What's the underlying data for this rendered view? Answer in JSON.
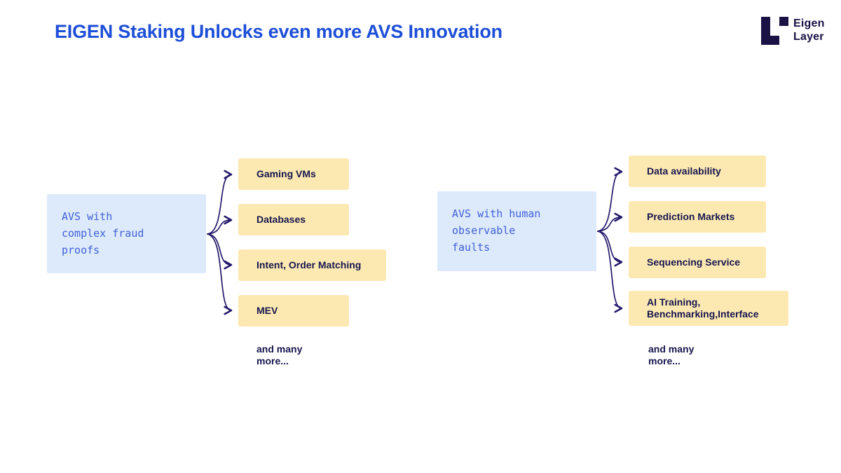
{
  "title": "EIGEN Staking Unlocks even more AVS Innovation",
  "logo": {
    "line1": "Eigen",
    "line2": "Layer"
  },
  "colors": {
    "title_blue": "#1d4ed8",
    "source_box_bg": "#ddeafc",
    "source_text": "#3f5fd6",
    "target_box_bg": "#fce9b2",
    "dark_navy": "#16154d",
    "arrow": "#241a6b"
  },
  "groups": [
    {
      "source": "AVS with\ncomplex fraud\nproofs",
      "targets": [
        "Gaming VMs",
        "Databases",
        "Intent, Order Matching",
        "MEV"
      ],
      "more": "and many\nmore..."
    },
    {
      "source": "AVS with human\nobservable\nfaults",
      "targets": [
        "Data availability",
        "Prediction Markets",
        "Sequencing Service",
        "AI Training, Benchmarking,Interface"
      ],
      "more": "and many\nmore..."
    }
  ]
}
